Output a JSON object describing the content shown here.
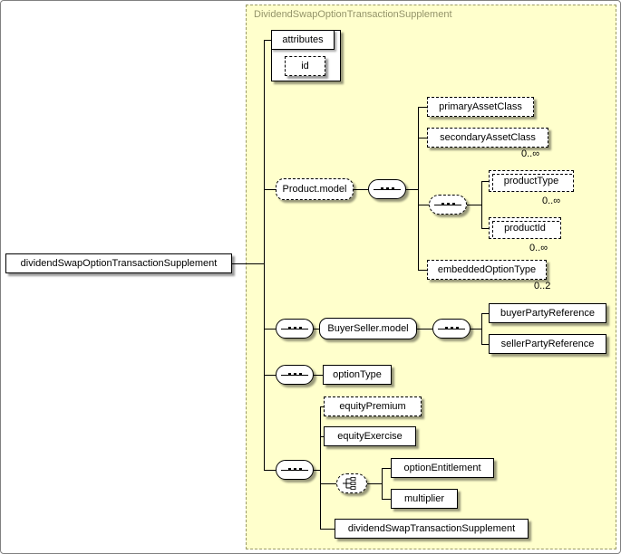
{
  "diagram_title": "DividendSwapOptionTransactionSupplement",
  "root": {
    "label": "dividendSwapOptionTransactionSupplement"
  },
  "attributes": {
    "header": "attributes",
    "id": "id"
  },
  "product_group": {
    "label": "Product.model",
    "primary_asset_class": "primaryAssetClass",
    "secondary_asset_class": "secondaryAssetClass",
    "secondary_asset_class_occurs": "0..∞",
    "product_type": "productType",
    "product_type_occurs": "0..∞",
    "product_id": "productId",
    "product_id_occurs": "0..∞",
    "embedded_option_type": "embeddedOptionType",
    "embedded_option_type_occurs": "0..2"
  },
  "buyer_seller_group": {
    "label": "BuyerSeller.model",
    "buyer_party_reference": "buyerPartyReference",
    "seller_party_reference": "sellerPartyReference"
  },
  "option": {
    "option_type": "optionType"
  },
  "equity_group": {
    "equity_premium": "equityPremium",
    "equity_exercise": "equityExercise",
    "option_entitlement": "optionEntitlement",
    "multiplier": "multiplier",
    "dividend_swap_transaction_supplement": "dividendSwapTransactionSupplement"
  },
  "icons": {
    "sequence": "sequence-compositor-icon",
    "choice": "choice-compositor-icon"
  },
  "colors": {
    "region_background": "#ffffcc",
    "region_border": "#9a9a66",
    "region_label": "#94946a",
    "node_border": "#000000",
    "node_background": "#ffffff",
    "connector": "#000000"
  }
}
